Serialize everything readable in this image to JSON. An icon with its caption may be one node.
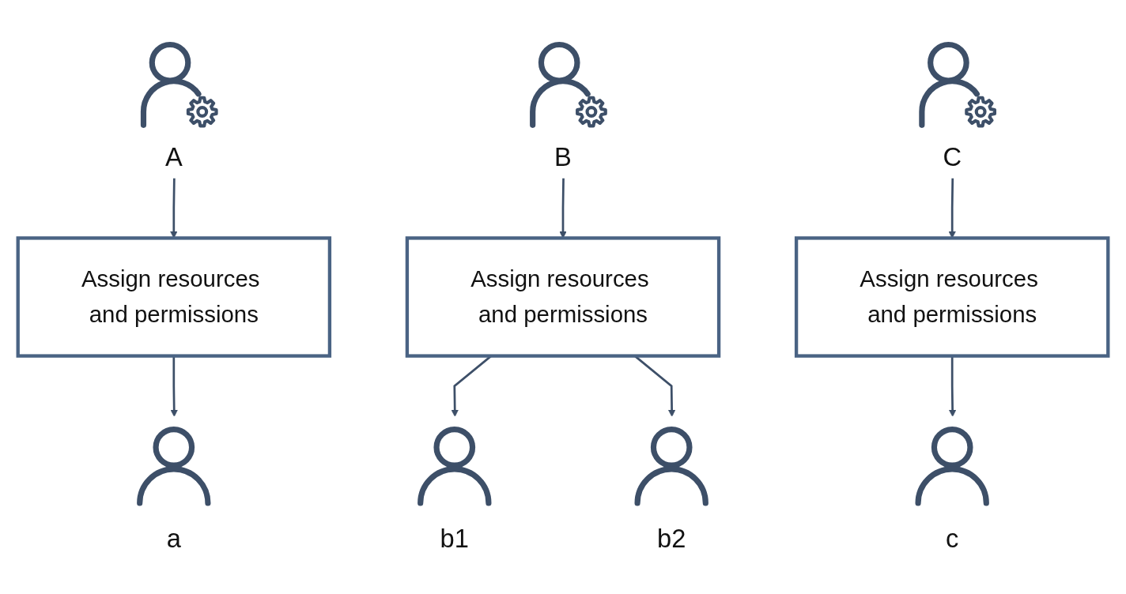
{
  "diagram": {
    "nodes": [
      {
        "text": [],
        "shape": "person",
        "beside": [
          "A"
        ]
      },
      {
        "text": [],
        "shape": "person",
        "beside": [
          "B"
        ]
      },
      {
        "text": [],
        "shape": "person",
        "beside": [
          "C"
        ]
      },
      {
        "text": [
          "Assign resources and permissions"
        ]
      },
      {
        "text": [
          "Assign resources and permissions"
        ]
      },
      {
        "text": [
          "Assign resources and permissions"
        ]
      },
      {
        "text": [],
        "shape": "person",
        "beside": [
          "a"
        ]
      },
      {
        "text": [],
        "shape": "person",
        "beside": [
          "b1"
        ]
      },
      {
        "text": [],
        "shape": "person",
        "beside": [
          "b2"
        ]
      },
      {
        "text": [],
        "shape": "person",
        "beside": [
          "c"
        ]
      }
    ],
    "edges": [
      {
        "from": 0,
        "to": 3,
        "arrow": "to"
      },
      {
        "from": 3,
        "to": 6,
        "arrow": "to"
      },
      {
        "from": 1,
        "to": 4,
        "arrow": "to"
      },
      {
        "from": 4,
        "to": 7,
        "arrow": "to"
      },
      {
        "from": 4,
        "to": 8,
        "arrow": "to"
      },
      {
        "from": 2,
        "to": 5,
        "arrow": "to"
      },
      {
        "from": 5,
        "to": 9,
        "arrow": "to"
      }
    ]
  }
}
